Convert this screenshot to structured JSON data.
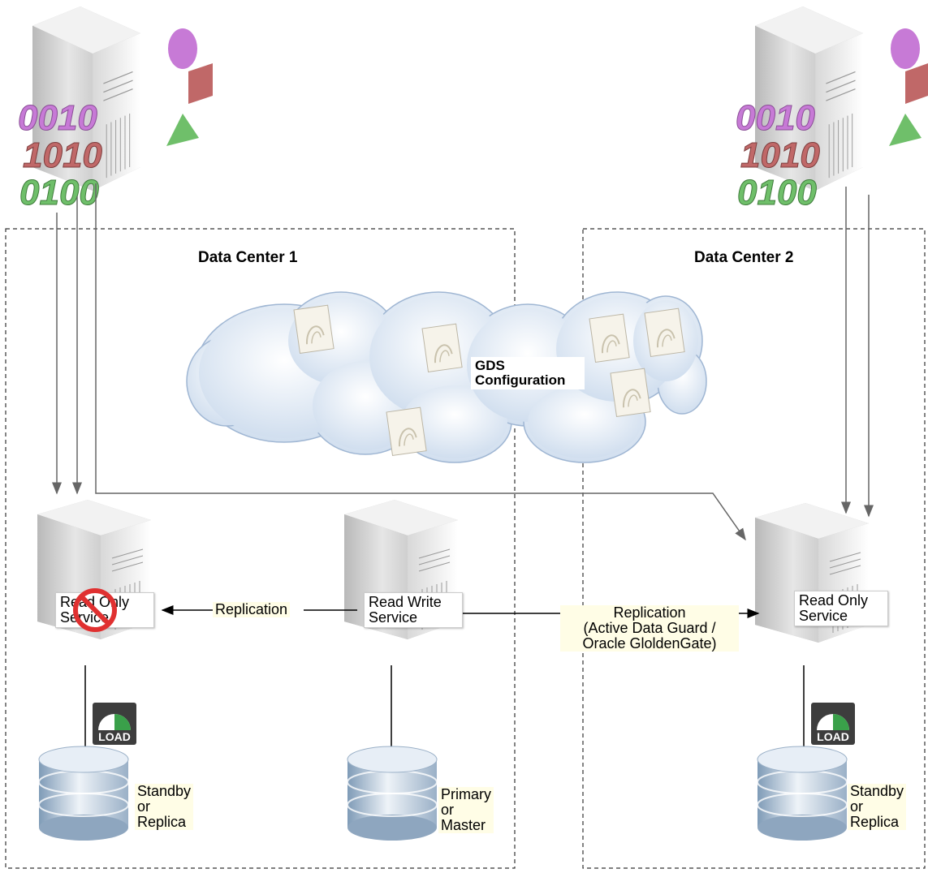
{
  "data_centers": [
    {
      "title": "Data Center 1"
    },
    {
      "title": "Data Center 2"
    }
  ],
  "cloud": {
    "label_line1": "GDS",
    "label_line2": "Configuration"
  },
  "servers": {
    "dc1_readonly": {
      "line1": "Read Only",
      "line2": "Service",
      "status": "unavailable"
    },
    "dc1_readwrite": {
      "line1": "Read Write",
      "line2": "Service"
    },
    "dc2_readonly": {
      "line1": "Read Only",
      "line2": "Service"
    }
  },
  "replication": {
    "left": "Replication",
    "right_line1": "Replication",
    "right_line2": "(Active Data Guard /",
    "right_line3": "Oracle GloldenGate)"
  },
  "load_badge": "LOAD",
  "databases": {
    "dc1_standby": {
      "line1": "Standby",
      "line2": "or",
      "line3": "Replica"
    },
    "dc1_primary": {
      "line1": "Primary",
      "line2": "or",
      "line3": "Master"
    },
    "dc2_standby": {
      "line1": "Standby",
      "line2": "or",
      "line3": "Replica"
    }
  },
  "client_digits": {
    "row1": "0010",
    "row2": "1010",
    "row3": "0100"
  },
  "colors": {
    "purple": "#c77ad6",
    "red": "#c06868",
    "green": "#6fbf6a",
    "cloud": "#dce7f4"
  }
}
